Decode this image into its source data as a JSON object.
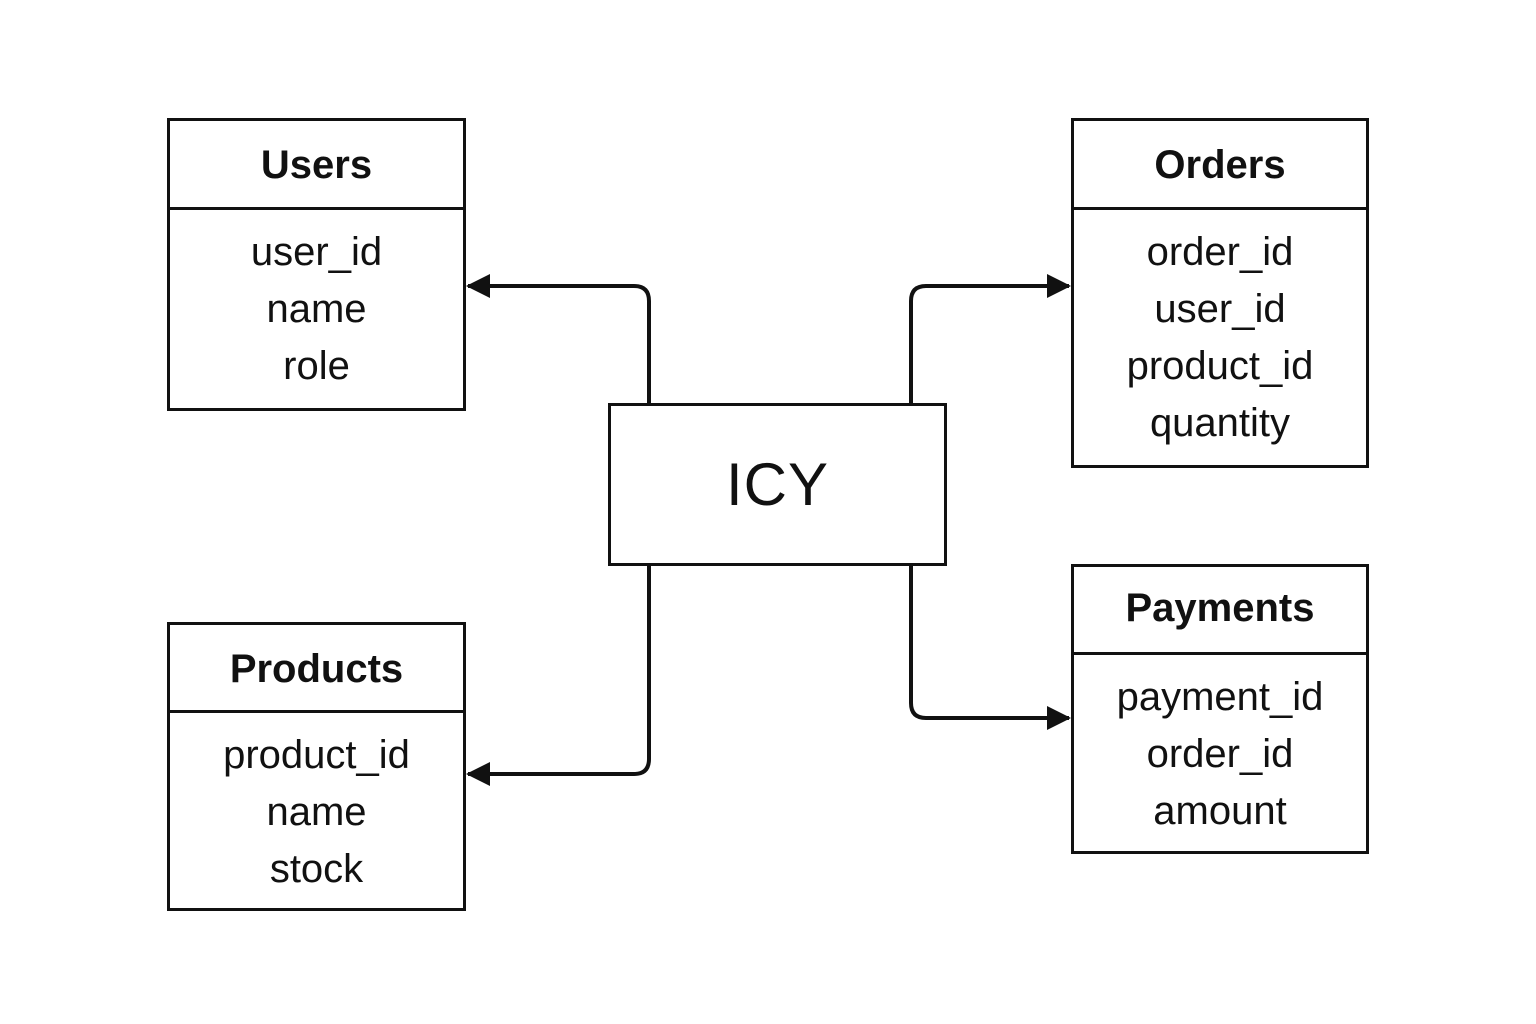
{
  "center": {
    "label": "ICY"
  },
  "entities": {
    "users": {
      "title": "Users",
      "fields": [
        "user_id",
        "name",
        "role"
      ]
    },
    "orders": {
      "title": "Orders",
      "fields": [
        "order_id",
        "user_id",
        "product_id",
        "quantity"
      ]
    },
    "products": {
      "title": "Products",
      "fields": [
        "product_id",
        "name",
        "stock"
      ]
    },
    "payments": {
      "title": "Payments",
      "fields": [
        "payment_id",
        "order_id",
        "amount"
      ]
    }
  },
  "connections": [
    {
      "from": "ICY",
      "to": "Users"
    },
    {
      "from": "ICY",
      "to": "Orders"
    },
    {
      "from": "ICY",
      "to": "Products"
    },
    {
      "from": "ICY",
      "to": "Payments"
    }
  ],
  "colors": {
    "stroke": "#111111",
    "background": "#ffffff"
  }
}
